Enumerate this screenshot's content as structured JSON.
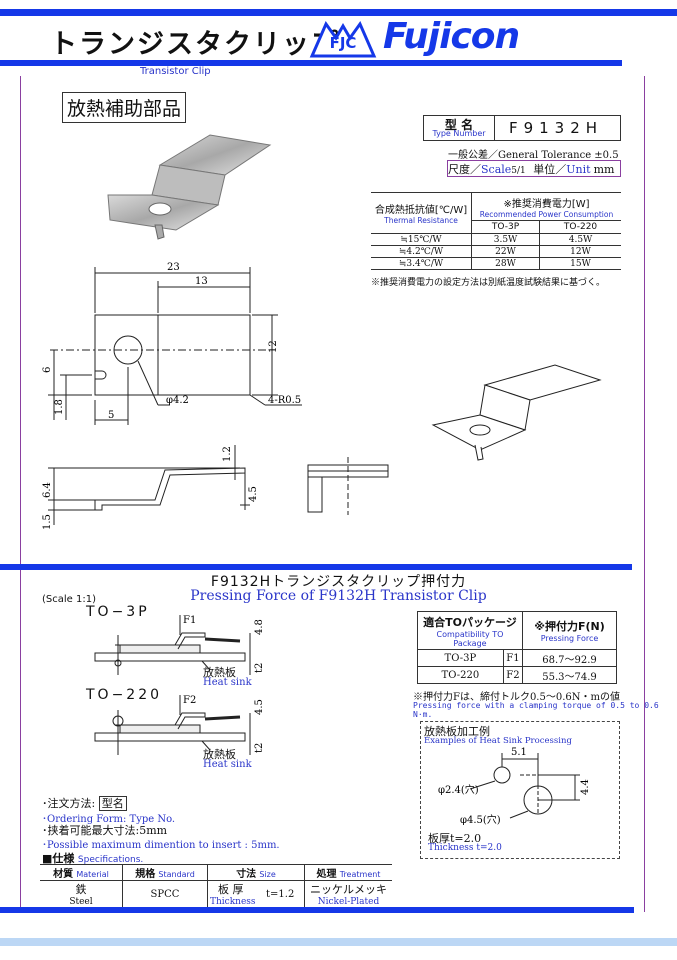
{
  "header": {
    "title_jp": "トランジスタクリップ",
    "badge": "FJC",
    "brand": "Fujicon",
    "subtitle": "Transistor Clip"
  },
  "section1": {
    "label": "放熱補助部品",
    "type_label_jp": "型 名",
    "type_label_en": "Type Number",
    "type_value": "F9132H",
    "tolerance": "一般公差／General Tolerance ±0.5",
    "scale_jp": "尺度／",
    "scale_en": "Scale",
    "scale_value": "5/1",
    "unit_jp": "単位／",
    "unit_en": "Unit",
    "unit_value": "mm"
  },
  "thermal_table": {
    "col1_jp": "合成熱抵抗値[℃/W]",
    "col1_en": "Thermal Resistance",
    "col2_jp": "※推奨消費電力[W]",
    "col2_en": "Recommended Power Consumption",
    "pkg1": "TO-3P",
    "pkg2": "TO-220",
    "rows": [
      {
        "r": "≒15℃/W",
        "a": "3.5W",
        "b": "4.5W"
      },
      {
        "r": "≒4.2℃/W",
        "a": "22W",
        "b": "12W"
      },
      {
        "r": "≒3.4℃/W",
        "a": "28W",
        "b": "15W"
      }
    ],
    "note": "※推奨消費電力の設定方法は別紙温度試験結果に基づく。"
  },
  "dims": {
    "d23": "23",
    "d13": "13",
    "d12": "12",
    "d6": "6",
    "d18": "1.8",
    "d5": "5",
    "hole": "φ4.2",
    "radius": "4-R0.5",
    "d12b": "1.2",
    "d64": "6.4",
    "d45": "4.5",
    "d15": "1.5"
  },
  "section2": {
    "title_jp": "F9132Hトランジスタクリップ押付力",
    "title_en": "Pressing Force of F9132H Transistor Clip",
    "scale": "(Scale 1:1)",
    "to3p": "TO−3P",
    "to220": "TO−220",
    "f1": "F1",
    "f2": "F2",
    "d48": "4.8",
    "d45": "4.5",
    "dt2": "t2",
    "heatsink_jp": "放熱板",
    "heatsink_en": "Heat sink"
  },
  "force_table": {
    "h1_jp": "適合TOパッケージ",
    "h1_en": "Compatibility TO Package",
    "h2_jp": "※押付力F(N)",
    "h2_en": "Pressing Force",
    "rows": [
      {
        "pkg": "TO-3P",
        "f": "F1",
        "v": "68.7～92.9"
      },
      {
        "pkg": "TO-220",
        "f": "F2",
        "v": "55.3～74.9"
      }
    ],
    "note_jp": "※押付力Fは、締付トルク0.5～0.6N・mの値",
    "note_en": "Pressing force with a clamping torque of 0.5 to 0.6 N·m."
  },
  "processing": {
    "title_jp": "放熱板加工例",
    "title_en": "Examples of Heat Sink Processing",
    "d51": "5.1",
    "d44": "4.4",
    "hole1": "φ2.4(穴)",
    "hole2": "φ4.5(穴)",
    "thick_jp": "板厚t=2.0",
    "thick_en": "Thickness t=2.0"
  },
  "order": {
    "l1_jp": "･注文方法:",
    "l1_box": "型名",
    "l1_en": "･Ordering Form: Type No.",
    "l2_jp": "･挟着可能最大寸法:5mm",
    "l2_en": "･Possible maximum dimention to insert : 5mm."
  },
  "spec": {
    "title_jp": "■仕様",
    "title_en": "Specifications.",
    "h_material_jp": "材質",
    "h_material_en": "Material",
    "h_standard_jp": "規格",
    "h_standard_en": "Standard",
    "h_size_jp": "寸法",
    "h_size_en": "Size",
    "h_treat_jp": "処理",
    "h_treat_en": "Treatment",
    "material_jp": "鉄",
    "material_en": "Steel",
    "standard": "SPCC",
    "size_jp": "板 厚",
    "size_en": "Thickness",
    "size_value": "t=1.2",
    "treat_jp": "ニッケルメッキ",
    "treat_en": "Nickel-Plated"
  },
  "colors": {
    "accent": "#1538e8",
    "text_blue": "#2a35c9",
    "frame": "#8a3fa0"
  }
}
